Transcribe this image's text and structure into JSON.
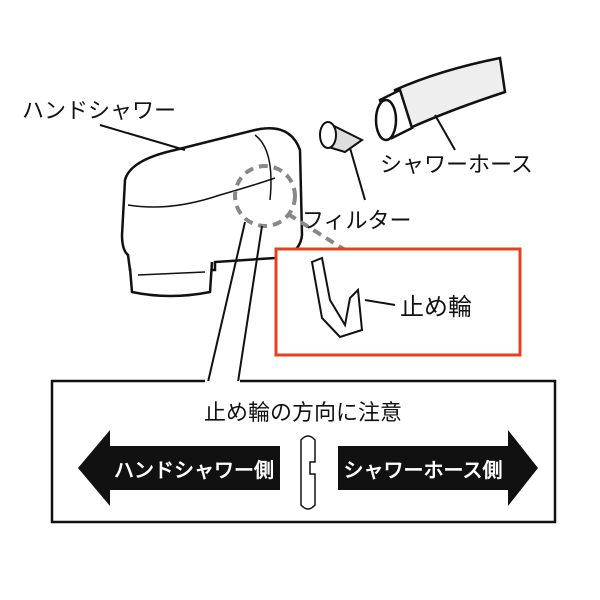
{
  "labels": {
    "hand_shower": "ハンドシャワー",
    "shower_hose": "シャワーホース",
    "filter": "フィルター",
    "retaining_ring": "止め輪"
  },
  "notice": {
    "title": "止め輪の方向に注意",
    "left_arrow": "ハンドシャワー側",
    "right_arrow": "シャワーホース側"
  },
  "colors": {
    "highlight_box": "#e8401c",
    "line": "#111111",
    "dashed_callout": "#888888"
  }
}
